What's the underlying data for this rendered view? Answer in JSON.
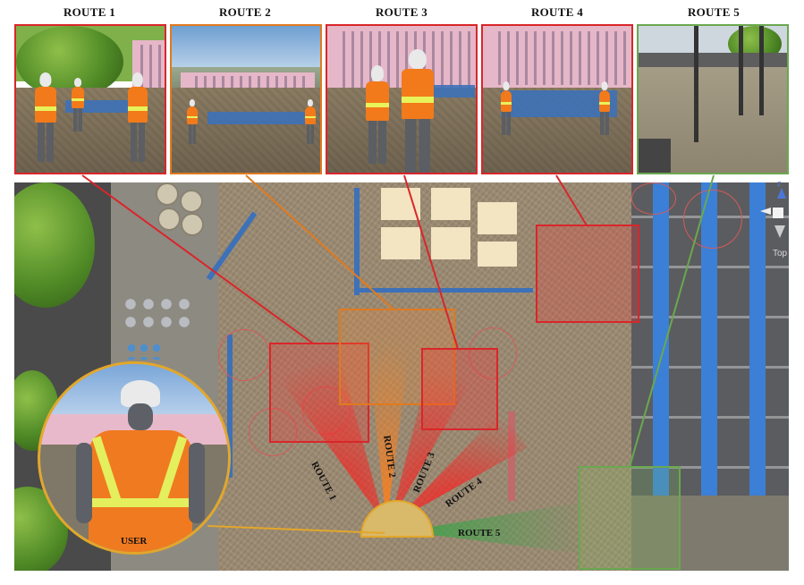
{
  "routes": [
    {
      "title": "ROUTE 1",
      "color": "#d9262a"
    },
    {
      "title": "ROUTE 2",
      "color": "#e07a1f"
    },
    {
      "title": "ROUTE 3",
      "color": "#d9262a"
    },
    {
      "title": "ROUTE 4",
      "color": "#d9262a"
    },
    {
      "title": "ROUTE 5",
      "color": "#6aa84f"
    }
  ],
  "cone_labels": [
    "ROUTE 1",
    "ROUTE 2",
    "ROUTE 3",
    "ROUTE 4",
    "ROUTE 5"
  ],
  "user_label": "USER",
  "gizmo": {
    "axis": "z",
    "view": "Top"
  },
  "colors": {
    "user_ring": "#e3a72a",
    "fence_blue": "#3d71b8",
    "vest_orange": "#f27a1a"
  }
}
